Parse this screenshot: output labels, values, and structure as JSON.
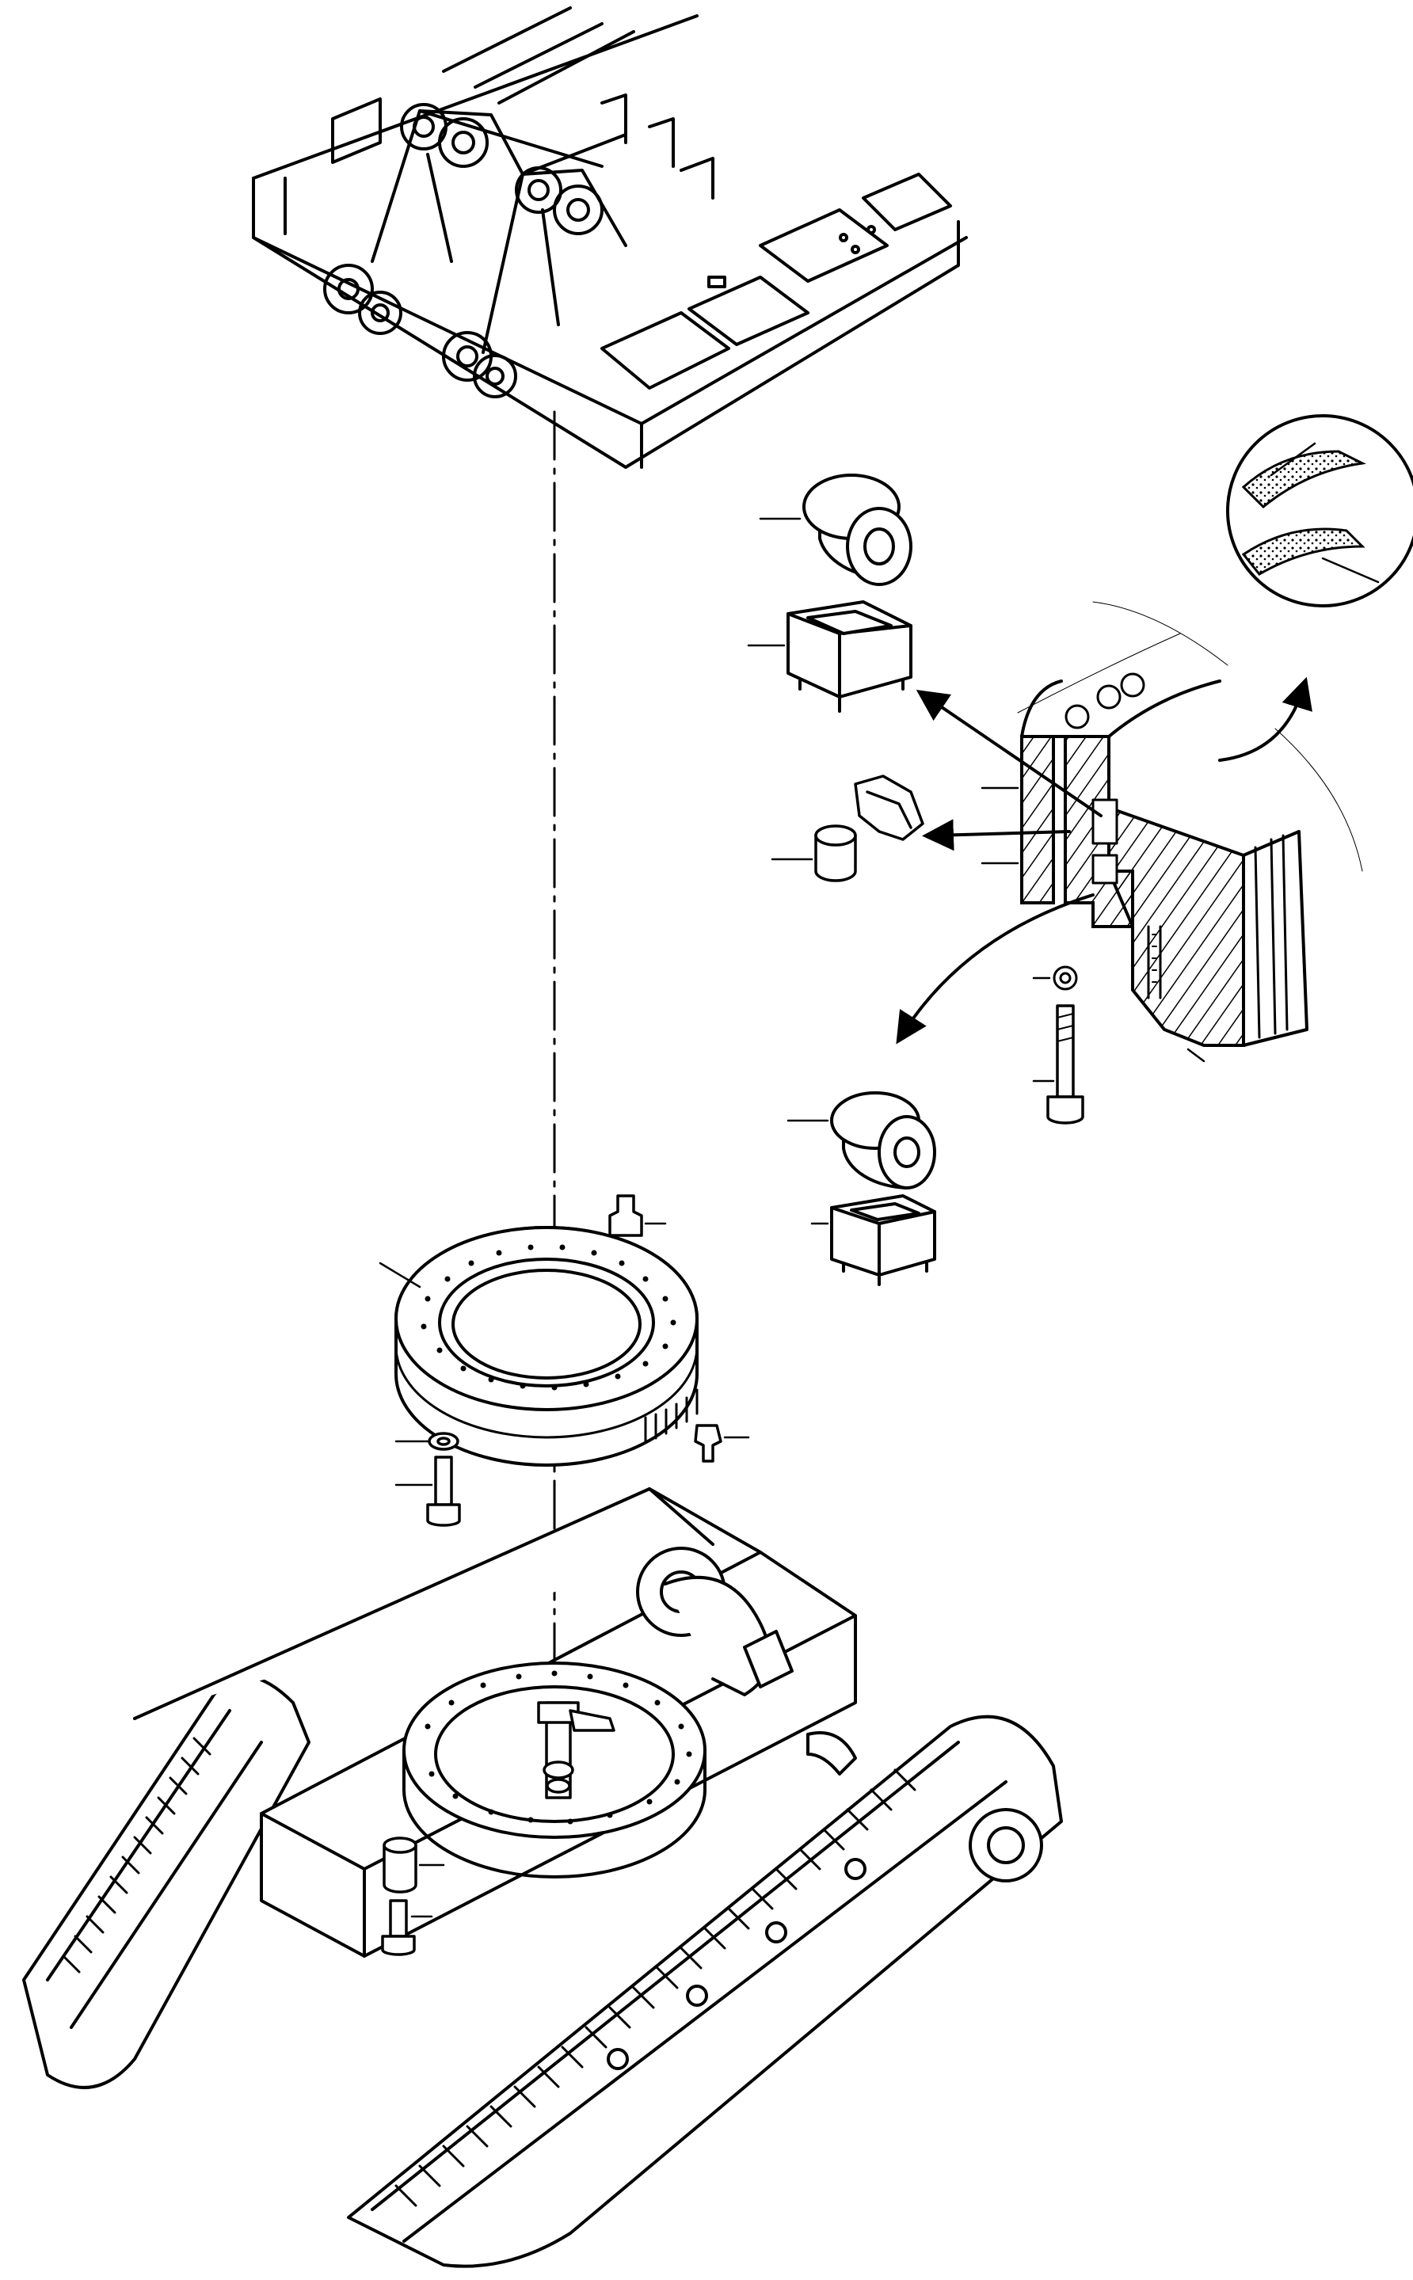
{
  "diagram": {
    "kind": "exploded parts illustration",
    "ink_color": "#000000",
    "background": "#ffffff",
    "parts": [
      {
        "id": "upper-frame",
        "icon": "upper-structure-frame-icon"
      },
      {
        "id": "roller-cylinder",
        "icon": "cylindrical-roller-icon"
      },
      {
        "id": "roller-cage",
        "icon": "roller-cage-icon"
      },
      {
        "id": "spacer",
        "icon": "spacer-icon"
      },
      {
        "id": "small-cylinder",
        "icon": "small-cylinder-icon"
      },
      {
        "id": "seal-detail",
        "icon": "seal-magnifier-icon"
      },
      {
        "id": "ring-section",
        "icon": "ring-cross-section-icon"
      },
      {
        "id": "washer-detail",
        "icon": "toothed-washer-icon"
      },
      {
        "id": "long-bolt",
        "icon": "long-bolt-icon"
      },
      {
        "id": "slewing-ring",
        "icon": "slewing-ring-icon"
      },
      {
        "id": "grease-nipple",
        "icon": "grease-nipple-icon"
      },
      {
        "id": "ring-washer",
        "icon": "ring-washer-icon"
      },
      {
        "id": "ring-bolt",
        "icon": "ring-bolt-icon"
      },
      {
        "id": "undercarriage",
        "icon": "crawler-undercarriage-icon"
      },
      {
        "id": "rotary-joint",
        "icon": "rotary-joint-icon"
      },
      {
        "id": "bushing",
        "icon": "bushing-icon"
      },
      {
        "id": "frame-bolt",
        "icon": "frame-bolt-icon"
      }
    ]
  }
}
